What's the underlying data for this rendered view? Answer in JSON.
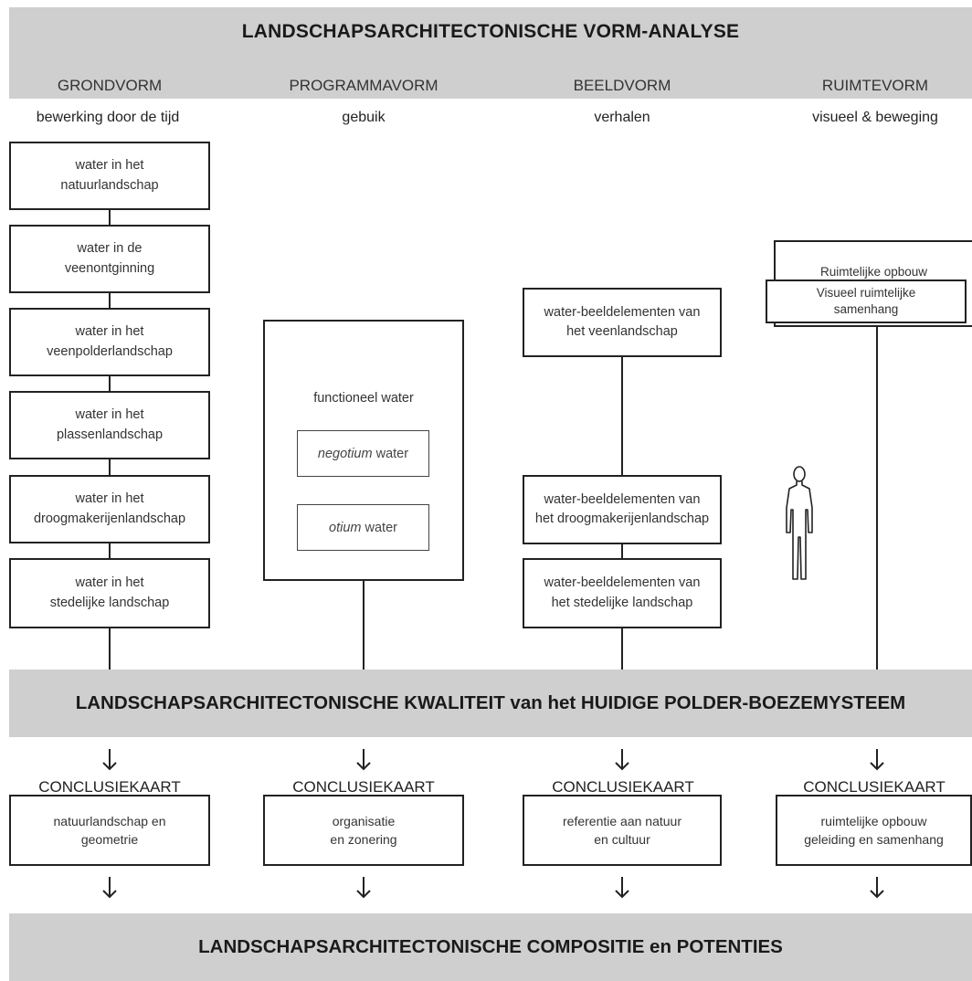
{
  "title_top": "LANDSCHAPSARCHITECTONISCHE VORM-ANALYSE",
  "title_mid": "LANDSCHAPSARCHITECTONISCHE KWALITEIT van het HUIDIGE POLDER-BOEZEMYSTEEM",
  "title_bottom": "LANDSCHAPSARCHITECTONISCHE COMPOSITIE en POTENTIES",
  "columns": [
    {
      "head": "GRONDVORM",
      "sub": "bewerking door de tijd"
    },
    {
      "head": "PROGRAMMAVORM",
      "sub": "gebuik"
    },
    {
      "head": "BEELDVORM",
      "sub": "verhalen"
    },
    {
      "head": "RUIMTEVORM",
      "sub": "visueel & beweging"
    }
  ],
  "grondvorm_boxes": [
    {
      "line1": "water in het",
      "line2": "natuurlandschap"
    },
    {
      "line1": "water in de",
      "line2": "veenontginning"
    },
    {
      "line1": "water in het",
      "line2": "veenpolderlandschap"
    },
    {
      "line1": "water in het",
      "line2": "plassenlandschap"
    },
    {
      "line1": "water in het",
      "line2": "droogmakerijenlandschap"
    },
    {
      "line1": "water in het",
      "line2": "stedelijke landschap"
    }
  ],
  "programma": {
    "title": "functioneel water",
    "negotium_em": "negotium",
    "negotium_rest": " water",
    "otium_em": "otium",
    "otium_rest": " water"
  },
  "beeldvorm_boxes": [
    {
      "line1": "water-beeldelementen van",
      "line2": "het veenlandschap"
    },
    {
      "line1": "water-beeldelementen van",
      "line2": "het droogmakerijenlandschap"
    },
    {
      "line1": "water-beeldelementen van",
      "line2": "het stedelijke landschap"
    }
  ],
  "ruimte": {
    "back_box": "Ruimtelijke opbouw",
    "front_line1": "Visueel ruimtelijke",
    "front_line2": "samenhang",
    "figure_icon": "person-silhouette"
  },
  "conclusie_label": "CONCLUSIEKAART",
  "conclusies": [
    {
      "line1": "natuurlandschap en",
      "line2": "geometrie"
    },
    {
      "line1": "organisatie",
      "line2": "en zonering"
    },
    {
      "line1": "referentie aan natuur",
      "line2": "en cultuur"
    },
    {
      "line1": "ruimtelijke opbouw",
      "line2": "geleiding en samenhang"
    }
  ]
}
